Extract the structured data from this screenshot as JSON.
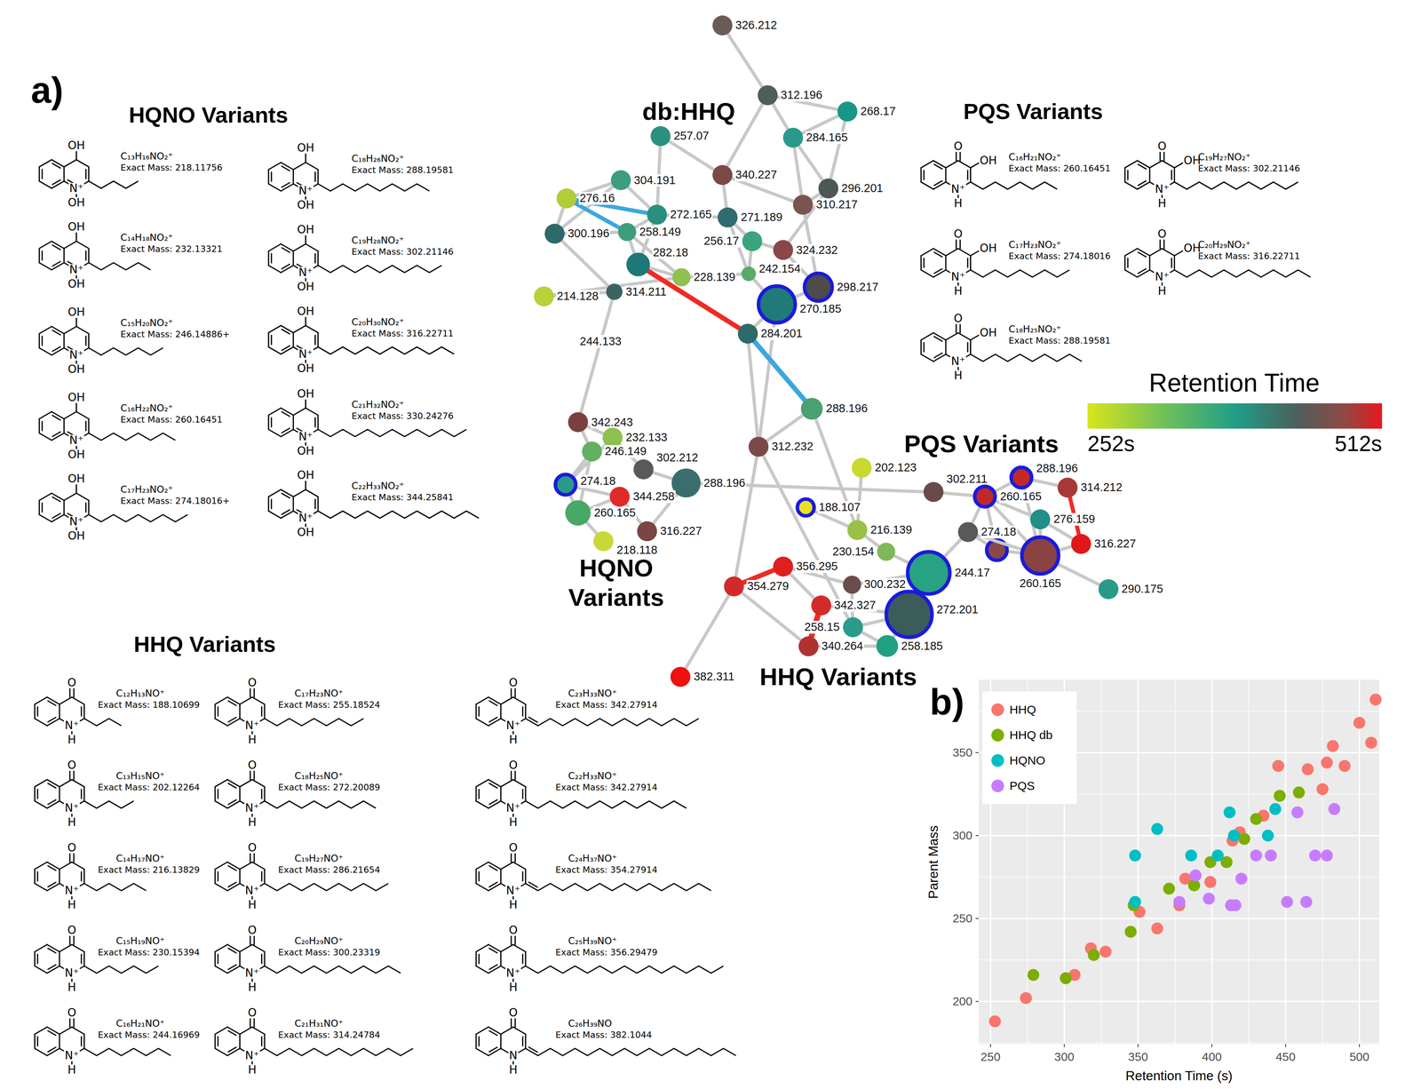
{
  "diagram": {
    "nodes": [
      {
        "text": [
          "326.212"
        ]
      },
      {
        "text": [
          "312.196"
        ]
      },
      {
        "text": [
          "268.17"
        ]
      },
      {
        "text": [
          "257.07"
        ]
      },
      {
        "text": [
          "284.165"
        ]
      },
      {
        "text": [
          "340.227"
        ]
      },
      {
        "text": [
          "296.201"
        ]
      },
      {
        "text": [
          "304.191"
        ]
      },
      {
        "text": [
          "276.16"
        ]
      },
      {
        "text": [
          "272.165"
        ]
      },
      {
        "text": [
          "271.189"
        ]
      },
      {
        "text": [
          "310.217"
        ]
      },
      {
        "text": [
          "300.196"
        ]
      },
      {
        "text": [
          "258.149"
        ]
      },
      {
        "text": [
          "256.17"
        ]
      },
      {
        "text": [
          "324.232"
        ]
      },
      {
        "text": [
          "282.18"
        ]
      },
      {
        "text": [
          "228.139"
        ]
      },
      {
        "text": [
          "242.154"
        ]
      },
      {
        "text": [
          "298.217"
        ]
      },
      {
        "text": [
          "270.185"
        ]
      },
      {
        "text": [
          "214.128"
        ]
      },
      {
        "text": [
          "314.211"
        ]
      },
      {
        "text": [
          "284.201"
        ]
      },
      {
        "text": [
          "288.196"
        ]
      },
      {
        "text": [
          "312.232"
        ]
      },
      {
        "text": [
          "202.123"
        ]
      },
      {
        "text": [
          "188.107"
        ]
      },
      {
        "text": [
          "216.139"
        ]
      },
      {
        "text": [
          "230.154"
        ]
      },
      {
        "text": [
          "244.17"
        ]
      },
      {
        "text": [
          "300.232"
        ]
      },
      {
        "text": [
          "356.295"
        ]
      },
      {
        "text": [
          "354.279"
        ]
      },
      {
        "text": [
          "342.327"
        ]
      },
      {
        "text": [
          "272.201"
        ]
      },
      {
        "text": [
          "258.15"
        ]
      },
      {
        "text": [
          "258.185"
        ]
      },
      {
        "text": [
          "340.264"
        ]
      },
      {
        "text": [
          "382.311"
        ]
      },
      {
        "text": [
          "342.243"
        ]
      },
      {
        "text": [
          "232.133"
        ]
      },
      {
        "text": [
          "246.149"
        ]
      },
      {
        "text": [
          "302.212"
        ]
      },
      {
        "text": [
          "288.196"
        ]
      },
      {
        "text": [
          "274.18"
        ]
      },
      {
        "text": [
          "344.258"
        ]
      },
      {
        "text": [
          "260.165"
        ]
      },
      {
        "text": [
          "316.227"
        ]
      },
      {
        "text": [
          "218.118"
        ]
      },
      {
        "text": [
          "302.211"
        ]
      },
      {
        "text": [
          "260.165"
        ]
      },
      {
        "text": [
          "288.196"
        ]
      },
      {
        "text": [
          "314.212"
        ]
      },
      {
        "text": [
          "276.159"
        ]
      },
      {
        "text": [
          "274.18"
        ]
      },
      {
        "text": [
          "260.165"
        ]
      },
      {
        "text": [
          "316.227"
        ]
      },
      {
        "text": [
          "290.175"
        ]
      }
    ],
    "edges": [
      {
        "from": 0,
        "to": 1,
        "arrow": "none"
      },
      {
        "from": 1,
        "to": 2,
        "arrow": "none"
      },
      {
        "from": 1,
        "to": 4,
        "arrow": "none"
      },
      {
        "from": 1,
        "to": 5,
        "arrow": "none"
      },
      {
        "from": 2,
        "to": 4,
        "arrow": "none"
      },
      {
        "from": 2,
        "to": 6,
        "arrow": "none"
      },
      {
        "from": 4,
        "to": 6,
        "arrow": "none"
      },
      {
        "from": 3,
        "to": 5,
        "arrow": "none"
      },
      {
        "from": 3,
        "to": 9,
        "arrow": "none"
      },
      {
        "from": 4,
        "to": 11,
        "arrow": "none"
      },
      {
        "from": 5,
        "to": 10,
        "arrow": "none"
      },
      {
        "from": 5,
        "to": 11,
        "arrow": "none"
      },
      {
        "from": 6,
        "to": 11,
        "arrow": "none"
      },
      {
        "from": 6,
        "to": 15,
        "arrow": "none"
      },
      {
        "from": 7,
        "to": 8,
        "arrow": "none"
      },
      {
        "from": 7,
        "to": 9,
        "arrow": "none"
      },
      {
        "from": 7,
        "to": 12,
        "arrow": "none"
      },
      {
        "from": 8,
        "to": 12,
        "arrow": "none"
      },
      {
        "from": 8,
        "to": 13,
        "arrow": "none"
      },
      {
        "from": 8,
        "to": 9,
        "arrow": "none"
      },
      {
        "from": 9,
        "to": 10,
        "arrow": "none"
      },
      {
        "from": 9,
        "to": 13,
        "arrow": "none"
      },
      {
        "from": 9,
        "to": 16,
        "arrow": "none"
      },
      {
        "from": 10,
        "to": 14,
        "arrow": "none"
      },
      {
        "from": 10,
        "to": 18,
        "arrow": "none"
      },
      {
        "from": 12,
        "to": 13,
        "arrow": "none"
      },
      {
        "from": 12,
        "to": 22,
        "arrow": "none"
      },
      {
        "from": 13,
        "to": 16,
        "arrow": "none"
      },
      {
        "from": 13,
        "to": 17,
        "arrow": "none"
      },
      {
        "from": 14,
        "to": 15,
        "arrow": "none"
      },
      {
        "from": 14,
        "to": 18,
        "arrow": "none"
      },
      {
        "from": 15,
        "to": 19,
        "arrow": "none"
      },
      {
        "from": 16,
        "to": 17,
        "arrow": "none"
      },
      {
        "from": 16,
        "to": 23,
        "arrow": "none"
      },
      {
        "from": 17,
        "to": 18,
        "arrow": "none"
      },
      {
        "from": 18,
        "to": 20,
        "arrow": "none"
      },
      {
        "from": 19,
        "to": 20,
        "arrow": "none"
      },
      {
        "from": 11,
        "to": 19,
        "arrow": "none"
      },
      {
        "from": 20,
        "to": 23,
        "arrow": "none"
      },
      {
        "from": 21,
        "to": 22,
        "arrow": "none"
      },
      {
        "from": 21,
        "to": 17,
        "arrow": "none"
      },
      {
        "from": 22,
        "to": 40,
        "arrow": "none",
        "label": "244.133"
      },
      {
        "from": 23,
        "to": 24,
        "arrow": "none"
      },
      {
        "from": 23,
        "to": 25,
        "arrow": "none"
      },
      {
        "from": 20,
        "to": 25,
        "arrow": "none"
      },
      {
        "from": 24,
        "to": 25,
        "arrow": "none"
      },
      {
        "from": 24,
        "to": 28,
        "arrow": "none"
      },
      {
        "from": 25,
        "to": 33,
        "arrow": "none"
      },
      {
        "from": 25,
        "to": 36,
        "arrow": "none"
      },
      {
        "from": 26,
        "to": 28,
        "arrow": "none"
      },
      {
        "from": 27,
        "to": 28,
        "arrow": "none"
      },
      {
        "from": 28,
        "to": 29,
        "arrow": "none"
      },
      {
        "from": 29,
        "to": 30,
        "arrow": "none"
      },
      {
        "from": 30,
        "to": 35,
        "arrow": "none"
      },
      {
        "from": 30,
        "to": 31,
        "arrow": "none"
      },
      {
        "from": 31,
        "to": 36,
        "arrow": "none"
      },
      {
        "from": 32,
        "to": 33,
        "arrow": "none"
      },
      {
        "from": 32,
        "to": 34,
        "arrow": "none"
      },
      {
        "from": 32,
        "to": 31,
        "arrow": "none"
      },
      {
        "from": 33,
        "to": 38,
        "arrow": "none"
      },
      {
        "from": 33,
        "to": 39,
        "arrow": "none"
      },
      {
        "from": 34,
        "to": 38,
        "arrow": "none"
      },
      {
        "from": 34,
        "to": 35,
        "arrow": "none"
      },
      {
        "from": 35,
        "to": 36,
        "arrow": "none"
      },
      {
        "from": 36,
        "to": 37,
        "arrow": "none"
      },
      {
        "from": 35,
        "to": 37,
        "arrow": "none"
      },
      {
        "from": 38,
        "to": 37,
        "arrow": "none"
      },
      {
        "from": 44,
        "to": 50,
        "arrow": "none"
      },
      {
        "from": 40,
        "to": 41,
        "arrow": "none"
      },
      {
        "from": 40,
        "to": 42,
        "arrow": "none"
      },
      {
        "from": 41,
        "to": 43,
        "arrow": "none"
      },
      {
        "from": 42,
        "to": 45,
        "arrow": "none"
      },
      {
        "from": 43,
        "to": 44,
        "arrow": "none"
      },
      {
        "from": 45,
        "to": 47,
        "arrow": "none"
      },
      {
        "from": 45,
        "to": 46,
        "arrow": "none"
      },
      {
        "from": 46,
        "to": 47,
        "arrow": "none"
      },
      {
        "from": 47,
        "to": 49,
        "arrow": "none"
      },
      {
        "from": 46,
        "to": 48,
        "arrow": "none"
      },
      {
        "from": 48,
        "to": 44,
        "arrow": "none"
      },
      {
        "from": 41,
        "to": 45,
        "arrow": "none"
      },
      {
        "from": 42,
        "to": 47,
        "arrow": "none"
      },
      {
        "from": 50,
        "to": 51,
        "arrow": "none"
      },
      {
        "from": 51,
        "to": 52,
        "arrow": "none"
      },
      {
        "from": 52,
        "to": 53,
        "arrow": "none"
      },
      {
        "from": 53,
        "to": 57,
        "arrow": "none"
      },
      {
        "from": 54,
        "to": 57,
        "arrow": "none"
      },
      {
        "from": 51,
        "to": 54,
        "arrow": "none"
      },
      {
        "from": 55,
        "to": 51,
        "arrow": "none"
      },
      {
        "from": 55,
        "to": 56,
        "arrow": "none"
      },
      {
        "from": 56,
        "to": 57,
        "arrow": "none"
      },
      {
        "from": 56,
        "to": 58,
        "arrow": "none"
      },
      {
        "from": 51,
        "to": 56,
        "arrow": "none"
      },
      {
        "from": 30,
        "to": 55,
        "arrow": "none"
      },
      {
        "from": 52,
        "to": 56,
        "arrow": "none"
      },
      {
        "from": 54,
        "to": 56,
        "arrow": "none"
      }
    ],
    "labels": [
      "a)",
      "HQNO Variants",
      "OH",
      "N⁺",
      "OH",
      "C₁₃H₁₆NO₂⁺",
      "Exact Mass: 218.11756",
      "OH",
      "N⁺",
      "OH",
      "C₁₄H₁₈NO₂⁺",
      "Exact Mass: 232.13321",
      "OH",
      "N⁺",
      "OH",
      "C₁₅H₂₀NO₂⁺",
      "Exact Mass: 246.14886+",
      "OH",
      "N⁺",
      "OH",
      "C₁₆H₂₂NO₂⁺",
      "Exact Mass: 260.16451",
      "OH",
      "N⁺",
      "OH",
      "C₁₇H₂₃NO₂⁺",
      "Exact Mass: 274.18016+",
      "OH",
      "N⁺",
      "OH",
      "C₁₈H₂₆NO₂⁺",
      "Exact Mass: 288.19581",
      "OH",
      "N⁺",
      "OH",
      "C₁₉H₂₈NO₂⁺",
      "Exact Mass: 302.21146",
      "OH",
      "N⁺",
      "OH",
      "C₂₀H₃₀NO₂⁺",
      "Exact Mass: 316.22711",
      "OH",
      "N⁺",
      "OH",
      "C₂₁H₃₂NO₂⁺",
      "Exact Mass: 330.24276",
      "OH",
      "N⁺",
      "OH",
      "C₂₂H₃₃NO₂⁺",
      "Exact Mass: 344.25841",
      "PQS Variants",
      "O",
      "OH",
      "N⁺",
      "H",
      "C₁₆H₂₁NO₂⁺",
      "Exact Mass: 260.16451",
      "O",
      "OH",
      "N⁺",
      "H",
      "C₁₉H₂₇NO₂⁺",
      "Exact Mass: 302.21146",
      "O",
      "OH",
      "N⁺",
      "H",
      "C₁₇H₂₃NO₂⁺",
      "Exact Mass: 274.18016",
      "O",
      "OH",
      "N⁺",
      "H",
      "C₂₀H₂₉NO₂⁺",
      "Exact Mass: 316.22711",
      "O",
      "OH",
      "N⁺",
      "H",
      "C₁₈H₂₅NO₂⁺",
      "Exact Mass: 288.19581",
      "HHQ Variants",
      "O",
      "N⁺",
      "H",
      "C₁₂H₁₃NO⁺",
      "Exact Mass: 188.10699",
      "O",
      "N⁺",
      "H",
      "C₁₃H₁₅NO⁺",
      "Exact Mass: 202.12264",
      "O",
      "N⁺",
      "H",
      "C₁₄H₁₇NO⁺",
      "Exact Mass: 216.13829",
      "O",
      "N⁺",
      "H",
      "C₁₅H₁₉NO⁺",
      "Exact Mass: 230.15394",
      "O",
      "N⁺",
      "H",
      "C₁₆H₂₁NO⁺",
      "Exact Mass: 244.16969",
      "O",
      "N⁺",
      "H",
      "C₁₇H₂₃NO⁺",
      "Exact Mass: 255.18524",
      "O",
      "N⁺",
      "H",
      "C₁₈H₂₅NO⁺",
      "Exact Mass: 272.20089",
      "O",
      "N⁺",
      "H",
      "C₁₉H₂₇NO⁺",
      "Exact Mass: 286.21654",
      "O",
      "N⁺",
      "H",
      "C₂₀H₂₉NO⁺",
      "Exact Mass: 300.23319",
      "O",
      "N⁺",
      "H",
      "C₂₁H₃₁NO⁺",
      "Exact Mass: 314.24784",
      "O",
      "N⁺",
      "H",
      "C₂₃H₃₃NO⁺",
      "Exact Mass: 342.27914",
      "O",
      "N⁺",
      "H",
      "C₂₂H₃₃NO⁺",
      "Exact Mass: 342.27914",
      "O",
      "N⁺",
      "H",
      "C₂₄H₃₇NO⁺",
      "Exact Mass: 354.27914",
      "O",
      "N⁺",
      "H",
      "C₂₅H₃₉NO⁺",
      "Exact Mass: 356.29479",
      "O",
      "N",
      "H",
      "C₂₆H₃₉NO",
      "Exact Mass: 382.1044",
      "db:HHQ",
      "HQNO Variants",
      "PQS Variants",
      "HHQ Variants",
      "252s",
      "512s",
      "b)",
      "250",
      "300",
      "350",
      "400",
      "450",
      "500",
      "200",
      "250",
      "300",
      "350",
      "Retention Time (s)",
      "Parent Mass"
    ],
    "legend": [
      {
        "text": "Retention Time"
      },
      {
        "text": "HHQ",
        "color": "#f8766d"
      },
      {
        "text": "HHQ db",
        "color": "#7cae00"
      },
      {
        "text": "HQNO",
        "color": "#00bfc4"
      },
      {
        "text": "PQS",
        "color": "#c77cff"
      }
    ]
  }
}
